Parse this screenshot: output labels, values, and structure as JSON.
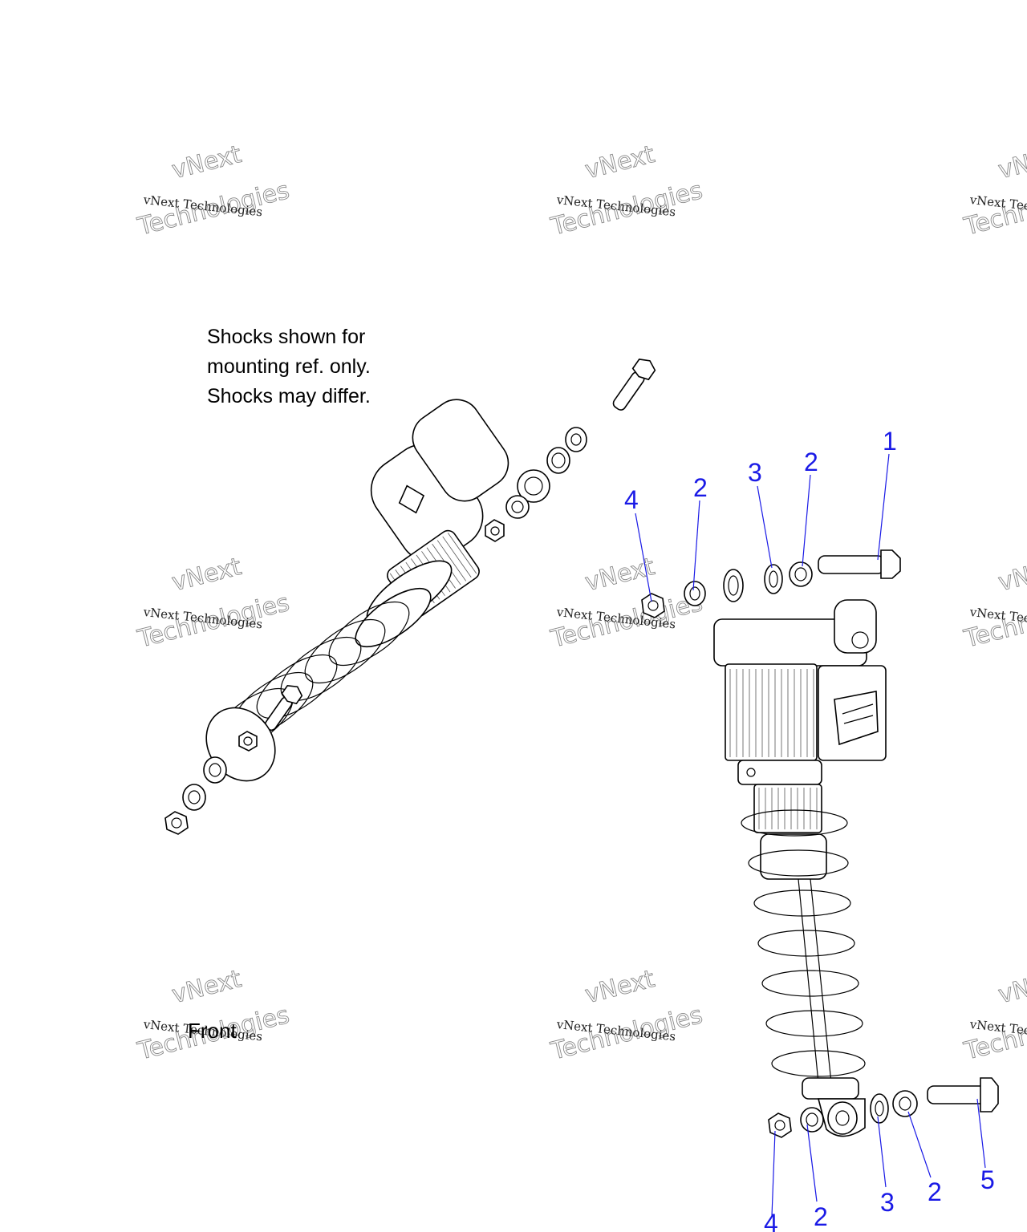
{
  "note": {
    "lines": [
      "Shocks shown for",
      "mounting ref. only.",
      "Shocks may differ."
    ]
  },
  "front_label": "Front",
  "callouts": [
    {
      "id": "c-upper-1",
      "label": "1"
    },
    {
      "id": "c-upper-2a",
      "label": "2"
    },
    {
      "id": "c-upper-3",
      "label": "3"
    },
    {
      "id": "c-upper-2b",
      "label": "2"
    },
    {
      "id": "c-upper-4",
      "label": "4"
    },
    {
      "id": "c-lower-4",
      "label": "4"
    },
    {
      "id": "c-lower-2a",
      "label": "2"
    },
    {
      "id": "c-lower-3",
      "label": "3"
    },
    {
      "id": "c-lower-2b",
      "label": "2"
    },
    {
      "id": "c-lower-5",
      "label": "5"
    }
  ],
  "watermark": {
    "line1": "vNext Technologies",
    "line2": "vNext",
    "line3": "Technologies"
  },
  "colors": {
    "callout": "#1a1ae6",
    "line_art": "#000000",
    "watermark": "#888888"
  }
}
